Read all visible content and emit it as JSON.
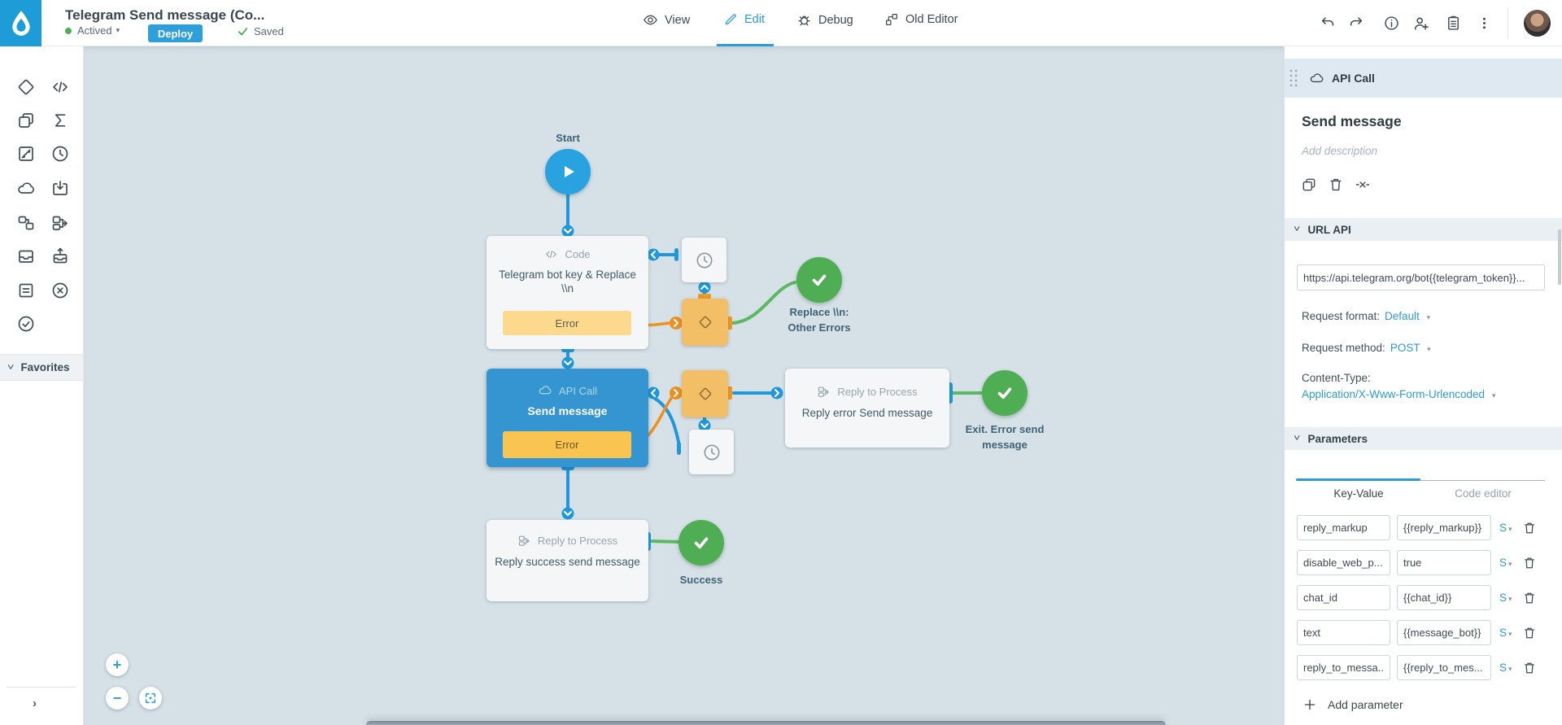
{
  "header": {
    "title": "Telegram Send message (Co...",
    "status": {
      "label": "Actived"
    },
    "deploy_label": "Deploy",
    "saved_label": "Saved",
    "tabs": {
      "view": "View",
      "edit": "Edit",
      "debug": "Debug",
      "old_editor": "Old Editor"
    }
  },
  "sidebar": {
    "favorites_label": "Favorites"
  },
  "canvas": {
    "start_label": "Start",
    "code_node": {
      "type_label": "Code",
      "title": "Telegram bot key & Replace \\\\n",
      "error_label": "Error"
    },
    "api_node": {
      "type_label": "API Call",
      "title": "Send message",
      "error_label": "Error"
    },
    "reply_error_node": {
      "type_label": "Reply to Process",
      "title": "Reply error Send message"
    },
    "reply_success_node": {
      "type_label": "Reply to Process",
      "title": "Reply success send message"
    },
    "final_replace_label": "Replace \\\\n: Other Errors",
    "final_exit_error_label": "Exit. Error send message",
    "final_success_label": "Success",
    "zoom_in_label": "+",
    "zoom_out_label": "−"
  },
  "panel": {
    "node_type_label": "API Call",
    "title": "Send message",
    "description_placeholder": "Add description",
    "url_api": {
      "section_label": "URL API",
      "url_value": "https://api.telegram.org/bot{{telegram_token}}...",
      "request_format_label": "Request format:",
      "request_format_value": "Default",
      "request_method_label": "Request method:",
      "request_method_value": "POST",
      "content_type_label": "Content-Type:",
      "content_type_value": "Application/X-Www-Form-Urlencoded"
    },
    "parameters": {
      "section_label": "Parameters",
      "tab_key_value": "Key-Value",
      "tab_code_editor": "Code editor",
      "rows": [
        {
          "key": "reply_markup",
          "value": "{{reply_markup}}",
          "type": "S"
        },
        {
          "key": "disable_web_p...",
          "value": "true",
          "type": "S"
        },
        {
          "key": "chat_id",
          "value": "{{chat_id}}",
          "type": "S"
        },
        {
          "key": "text",
          "value": "{{message_bot}}",
          "type": "S"
        },
        {
          "key": "reply_to_messa...",
          "value": "{{reply_to_mes...",
          "type": "S"
        }
      ],
      "add_parameter_label": "Add parameter"
    }
  }
}
